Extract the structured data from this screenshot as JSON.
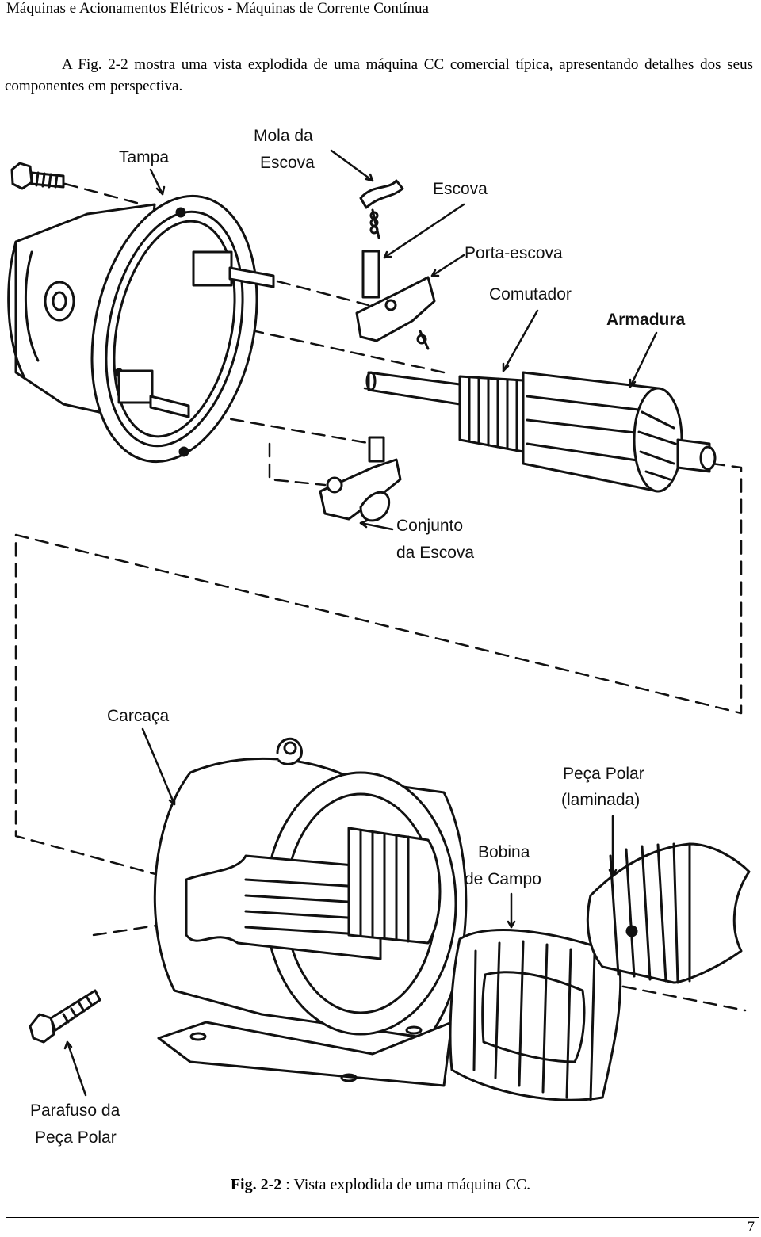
{
  "header": {
    "title": "Máquinas e Acionamentos Elétricos  -  Máquinas de Corrente Contínua"
  },
  "intro": {
    "text": "A Fig. 2-2 mostra uma vista explodida de uma máquina CC comercial típica, apresentando detalhes dos seus componentes em perspectiva."
  },
  "figure": {
    "labels": {
      "tampa": "Tampa",
      "mola_line1": "Mola da",
      "mola_line2": "Escova",
      "escova": "Escova",
      "porta_escova": "Porta-escova",
      "comutador": "Comutador",
      "armadura": "Armadura",
      "conjunto_line1": "Conjunto",
      "conjunto_line2": "da Escova",
      "carcaca": "Carcaça",
      "peca_polar_line1": "Peça Polar",
      "peca_polar_line2": "(laminada)",
      "bobina_line1": "Bobina",
      "bobina_line2": "de Campo",
      "parafuso_line1": "Parafuso da",
      "parafuso_line2": "Peça Polar"
    }
  },
  "caption": {
    "label": "Fig. 2-2",
    "text": " :  Vista explodida de uma máquina CC."
  },
  "footer": {
    "page": "7"
  }
}
